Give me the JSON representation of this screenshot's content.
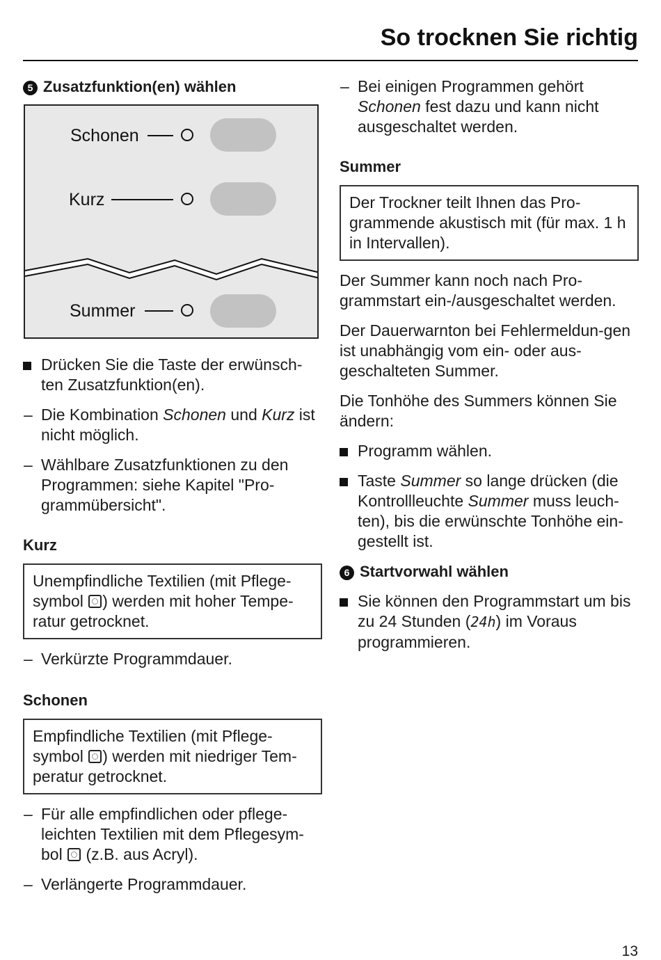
{
  "header": {
    "title": "So trocknen Sie richtig"
  },
  "left": {
    "step5": {
      "number": "5",
      "heading": "Zusatzfunktion(en) wählen"
    },
    "panel": {
      "label_schonen": "Schonen",
      "label_kurz": "Kurz",
      "label_summer": "Summer"
    },
    "instruction": "Drücken Sie die Taste der erwünsch-ten Zusatzfunktion(en).",
    "note1": {
      "pre": "Die Kombination ",
      "italic1": "Schonen",
      "mid": " und ",
      "italic2": "Kurz",
      "post": " ist nicht möglich."
    },
    "note2": "Wählbare Zusatzfunktionen zu den Programmen: siehe Kapitel \"Pro-grammübersicht\".",
    "kurz": {
      "heading": "Kurz",
      "box_pre": "Unempfindliche Textilien (mit Pflege-symbol ",
      "box_post": ") werden mit hoher Tempe-ratur getrocknet.",
      "note": "Verkürzte Programmdauer."
    },
    "schonen": {
      "heading": "Schonen",
      "box_pre": "Empfindliche Textilien (mit Pflege-symbol ",
      "box_post": ") werden mit niedriger Tem-peratur getrocknet.",
      "note1_pre": "Für alle empfindlichen oder pflege-leichten Textilien mit dem Pflegesym-bol ",
      "note1_post": " (z.B. aus Acryl).",
      "note2": "Verlängerte Programmdauer."
    }
  },
  "right": {
    "note_top": {
      "pre": "Bei einigen Programmen gehört ",
      "italic": "Schonen",
      "post": " fest dazu und kann nicht ausgeschaltet werden."
    },
    "summer": {
      "heading": "Summer",
      "box": "Der Trockner teilt Ihnen das Pro-grammende akustisch mit (für max. 1 h in Intervallen).",
      "p1": "Der Summer kann noch nach Pro-grammstart ein-/ausgeschaltet werden.",
      "p2": "Der Dauerwarnton bei Fehlermeldun-gen ist unabhängig vom ein- oder aus-geschalteten Summer.",
      "p3": "Die Tonhöhe des Summers können Sie ändern:",
      "step1": "Programm wählen.",
      "step2": {
        "pre": "Taste ",
        "italic1": "Summer",
        "mid": " so lange drücken (die Kontrollleuchte ",
        "italic2": "Summer",
        "post": " muss leuch-ten), bis die erwünschte Tonhöhe ein-gestellt ist."
      }
    },
    "step6": {
      "number": "6",
      "heading": "Startvorwahl wählen",
      "text_pre": "Sie können den Programmstart um bis zu 24 Stunden (",
      "display": "24h",
      "text_post": ") im Voraus programmieren."
    }
  },
  "footer": {
    "page_number": "13"
  }
}
